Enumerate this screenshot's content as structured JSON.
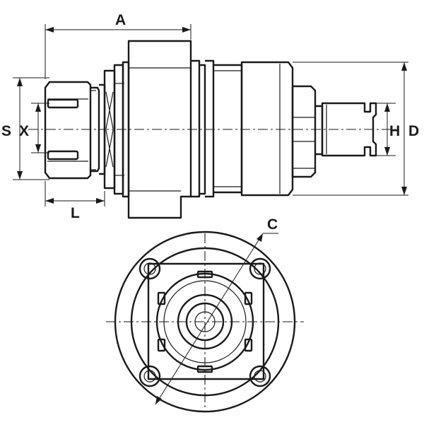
{
  "dimension_labels": {
    "A": "A",
    "S": "S",
    "X": "X",
    "L": "L",
    "H": "H",
    "D": "D",
    "C": "C"
  },
  "colors": {
    "line": "#1a1a1a",
    "background": "#ffffff"
  }
}
